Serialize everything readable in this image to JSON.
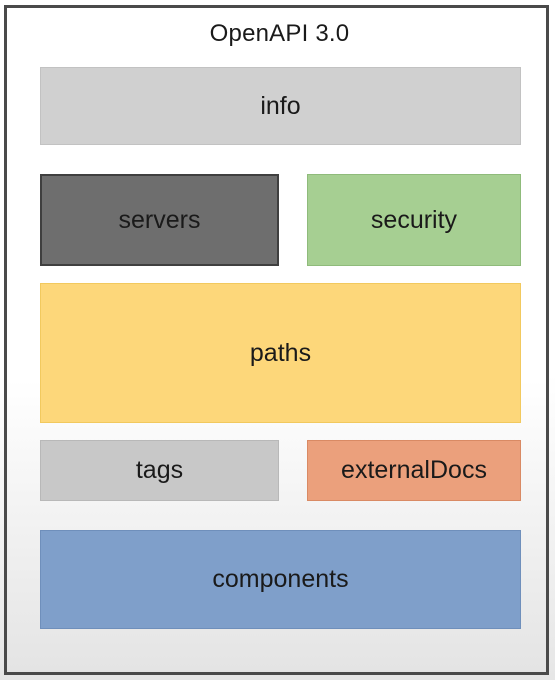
{
  "diagram": {
    "title": "OpenAPI 3.0",
    "sections": {
      "info": {
        "label": "info",
        "color": "#d0d0d0"
      },
      "servers": {
        "label": "servers",
        "color": "#6e6e6e"
      },
      "security": {
        "label": "security",
        "color": "#a6cf92"
      },
      "paths": {
        "label": "paths",
        "color": "#fdd77a"
      },
      "tags": {
        "label": "tags",
        "color": "#c8c8c8"
      },
      "externalDocs": {
        "label": "externalDocs",
        "color": "#eba07c"
      },
      "components": {
        "label": "components",
        "color": "#7f9fca"
      }
    }
  }
}
